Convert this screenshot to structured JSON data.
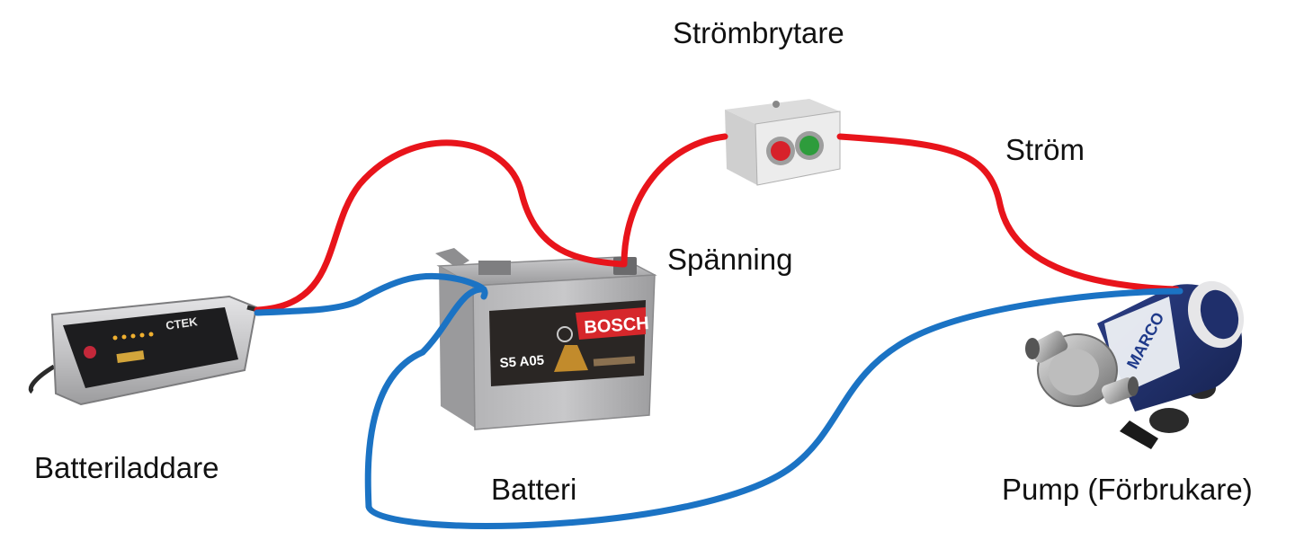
{
  "labels": {
    "switch": "Strömbrytare",
    "current": "Ström",
    "voltage": "Spänning",
    "charger": "Batteriladdare",
    "battery": "Batteri",
    "pump": "Pump (Förbrukare)"
  },
  "charger_brand": "CTEK",
  "battery_brand": "BOSCH",
  "battery_model": "S5 A05",
  "pump_brand": "MARCO",
  "colors": {
    "positive_wire": "#e8141b",
    "negative_wire": "#1b73c4",
    "battery_case": "#a9a9ab",
    "battery_label": "#2a2624",
    "bosch_red": "#d6272b",
    "pump_body": "#1f2f6b",
    "switch_red": "#d7212a",
    "switch_green": "#2e9c3c"
  }
}
